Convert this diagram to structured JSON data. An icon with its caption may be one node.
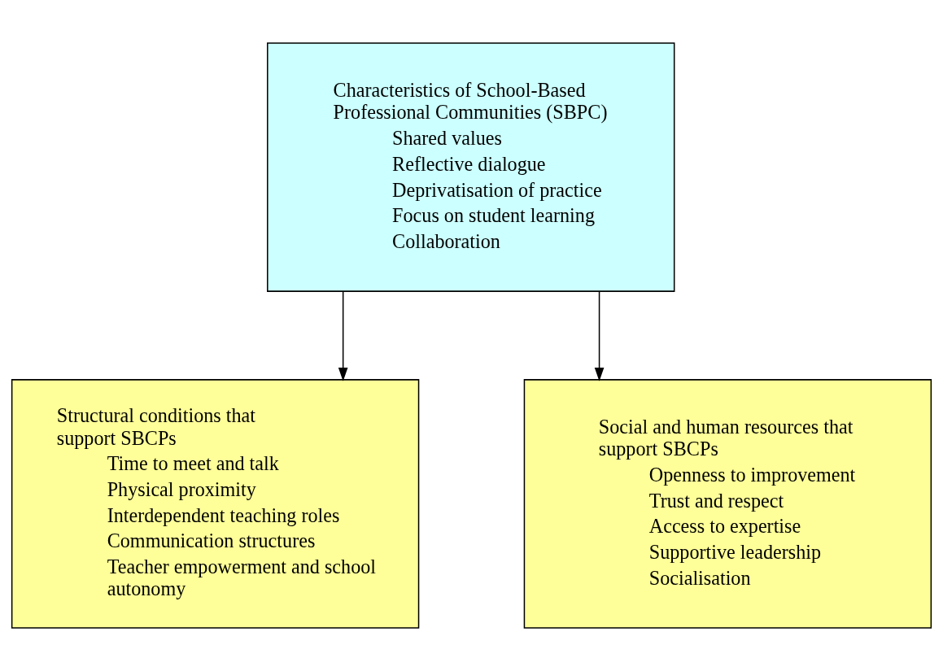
{
  "diagram": {
    "nodes": [
      {
        "text": [
          "Characteristics of School-Based Professional Communities (SBPC)",
          "Shared values",
          "Reflective dialogue",
          "Deprivatisation of practice",
          "Focus on student learning",
          "Collaboration"
        ]
      },
      {
        "text": [
          "Structural conditions that support SBCPs",
          "Time to meet and talk",
          "Physical proximity",
          "Interdependent teaching roles",
          "Communication structures",
          "Teacher empowerment and school autonomy"
        ]
      },
      {
        "text": [
          "Social and human resources that support SBCPs",
          "Openness to improvement",
          "Trust and respect",
          "Access to expertise",
          "Supportive leadership",
          "Socialisation"
        ]
      }
    ],
    "edges": [
      {
        "from": 0,
        "to": 1,
        "arrow": "to"
      },
      {
        "from": 0,
        "to": 2,
        "arrow": "to"
      }
    ]
  }
}
